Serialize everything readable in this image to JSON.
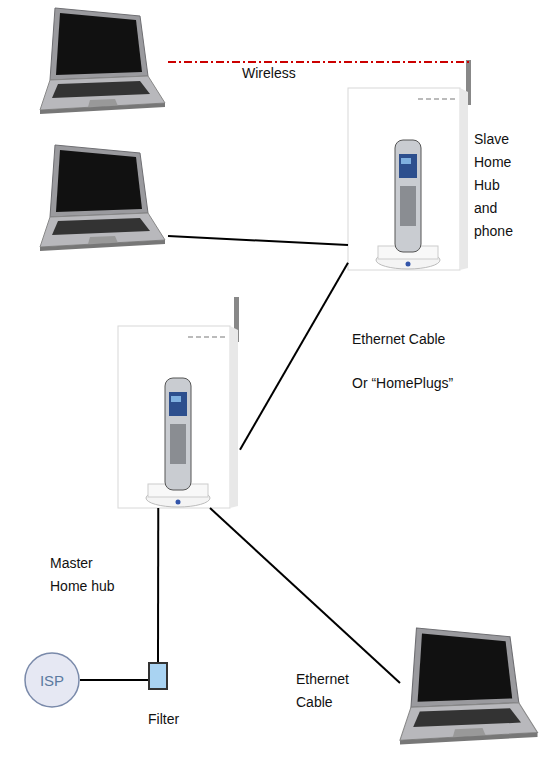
{
  "diagram": {
    "nodes": [
      {
        "text": [
          "Slave Home Hub and phone"
        ]
      },
      {
        "text": [
          "Master Home hub"
        ]
      },
      {
        "text": [
          "ISP"
        ]
      },
      {
        "text": [
          "Filter"
        ]
      }
    ],
    "edges": [
      {
        "from": 1,
        "to": 0,
        "arrow": "none",
        "label": "Ethernet Cable"
      },
      {
        "from": 3,
        "to": 1,
        "arrow": "none"
      },
      {
        "from": 2,
        "to": 3,
        "arrow": "none"
      }
    ],
    "labels": [
      "Wireless",
      "Or “HomePlugs”",
      "Ethernet Cable"
    ]
  }
}
